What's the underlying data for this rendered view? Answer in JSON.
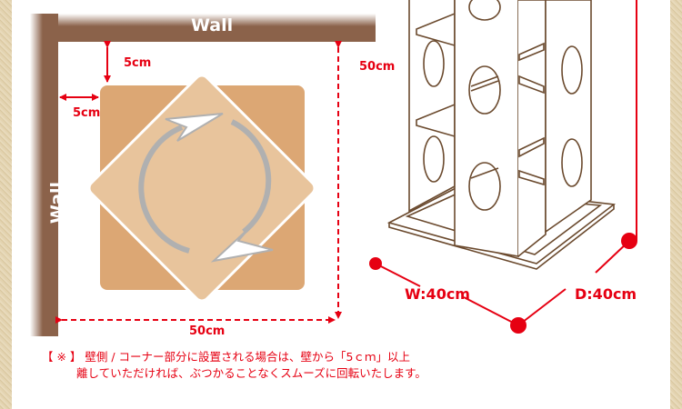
{
  "diagram": {
    "wall_top_label": "Wall",
    "wall_left_label": "Wall",
    "clearance_vertical": "5cm",
    "clearance_horizontal": "5cm",
    "footprint_height": "50cm",
    "footprint_width": "50cm",
    "product_width": "W:40cm",
    "product_depth": "D:40cm"
  },
  "note": {
    "line1": "【 ※ 】 壁側 / コーナー部分に設置される場合は、壁から「5ｃｍ」以上",
    "line2": "離していただければ、ぶつかることなくスムーズに回転いたします。"
  },
  "colors": {
    "wall": "#8b624a",
    "square": "#dca774",
    "diamond": "#e8c49c",
    "dimension": "#e60012",
    "shelf_line": "#6b4a2e",
    "arrow": "#b0b0b0"
  }
}
